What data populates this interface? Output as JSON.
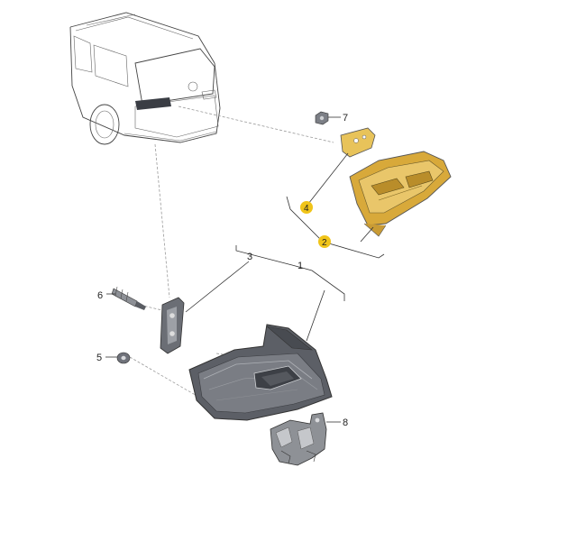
{
  "callouts": {
    "c1": "1",
    "c2": "2",
    "c3": "3",
    "c4": "4",
    "c5": "5",
    "c6": "6",
    "c7": "7",
    "c8": "8"
  },
  "colors": {
    "highlight": "#f0c419",
    "highlight_part": "#e8c35a",
    "part_dark": "#5c5f66",
    "line": "#333333"
  }
}
